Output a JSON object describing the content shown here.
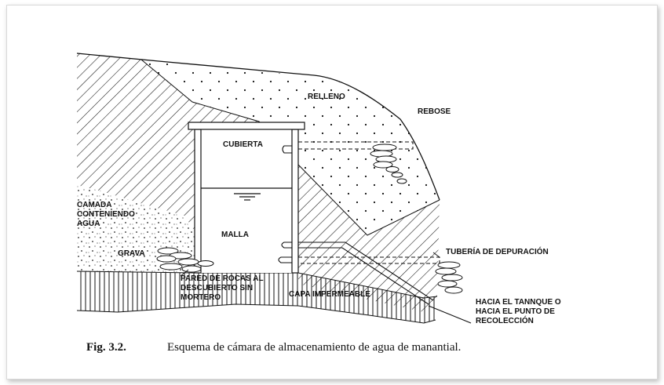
{
  "labels": {
    "relleno": "RELLENO",
    "rebose": "REBOSE",
    "cubierta": "CUBIERTA",
    "camada_1": "CAMADA",
    "camada_2": "CONTENIENDO",
    "camada_3": "AGUA",
    "malla": "MALLA",
    "grava": "GRAVA",
    "tuberia": "TUBERÍA DE DEPURACIÓN",
    "pared_1": "PARED DE ROCAS AL",
    "pared_2": "DESCUBIERTO SIN",
    "pared_3": "MORTERO",
    "capa": "CAPA IMPERMEABLE",
    "hacia_1": "HACIA EL TANNQUE O",
    "hacia_2": "HACIA EL PUNTO DE",
    "hacia_3": "RECOLECCIÓN"
  },
  "caption": {
    "number": "Fig. 3.2.",
    "text": "Esquema de cámara de almacenamiento de agua de manantial."
  }
}
